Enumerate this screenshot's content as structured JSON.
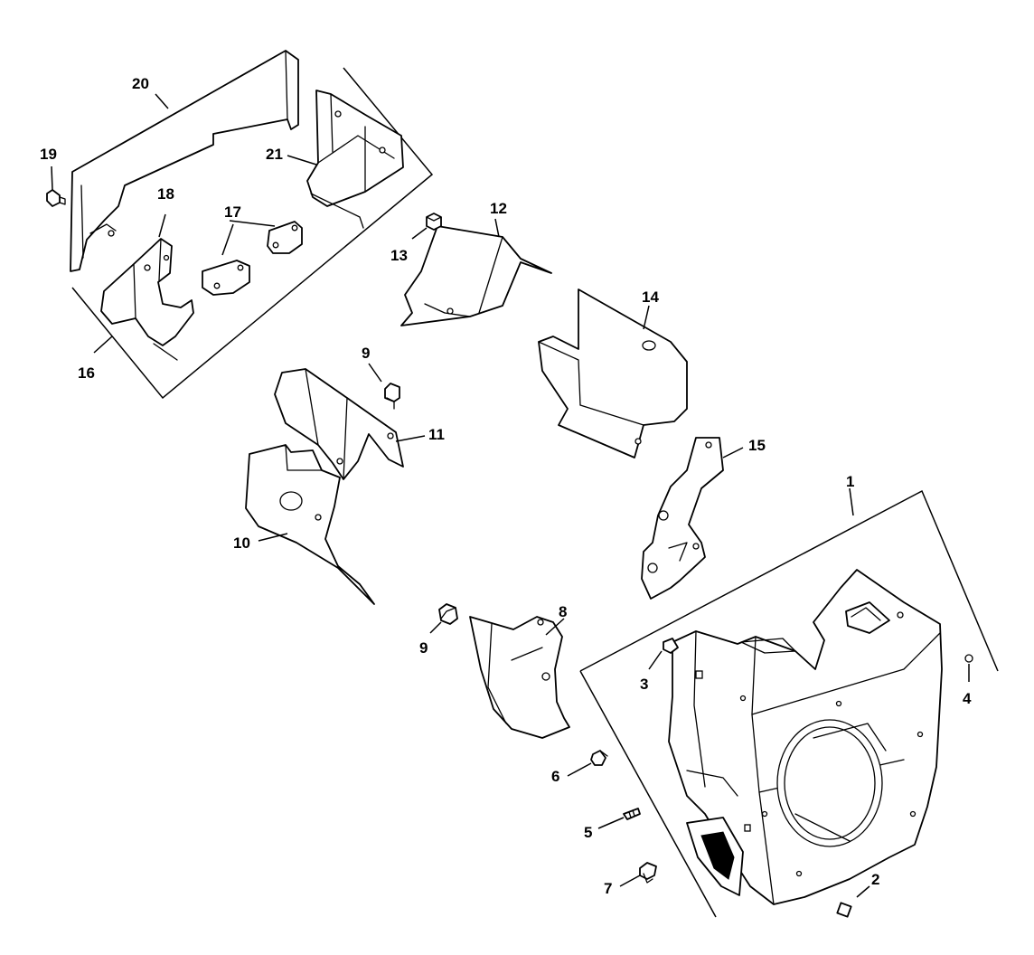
{
  "diagram": {
    "type": "exploded-parts-diagram",
    "callouts": [
      {
        "id": "c1",
        "label": "1"
      },
      {
        "id": "c2",
        "label": "2"
      },
      {
        "id": "c3",
        "label": "3"
      },
      {
        "id": "c4",
        "label": "4"
      },
      {
        "id": "c5",
        "label": "5"
      },
      {
        "id": "c6",
        "label": "6"
      },
      {
        "id": "c7",
        "label": "7"
      },
      {
        "id": "c8",
        "label": "8"
      },
      {
        "id": "c9a",
        "label": "9"
      },
      {
        "id": "c9b",
        "label": "9"
      },
      {
        "id": "c10",
        "label": "10"
      },
      {
        "id": "c11",
        "label": "11"
      },
      {
        "id": "c12",
        "label": "12"
      },
      {
        "id": "c13",
        "label": "13"
      },
      {
        "id": "c14",
        "label": "14"
      },
      {
        "id": "c15",
        "label": "15"
      },
      {
        "id": "c16",
        "label": "16"
      },
      {
        "id": "c17",
        "label": "17"
      },
      {
        "id": "c18",
        "label": "18"
      },
      {
        "id": "c19",
        "label": "19"
      },
      {
        "id": "c20",
        "label": "20"
      },
      {
        "id": "c21",
        "label": "21"
      }
    ]
  }
}
